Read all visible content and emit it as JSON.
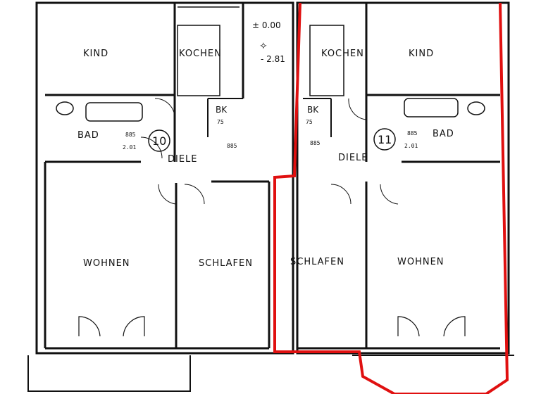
{
  "levels": {
    "top": "± 0.00",
    "bottom": "- 2.81"
  },
  "rooms": {
    "kind_left": "KIND",
    "kochen_left": "KOCHEN",
    "bad_left": "BAD",
    "bk_left": "BK",
    "diele_left": "DIELE",
    "wohnen_left": "WOHNEN",
    "schlafen_left": "SCHLAFEN",
    "kochen_right": "KOCHEN",
    "kind_right": "KIND",
    "bk_right": "BK",
    "bad_right": "BAD",
    "diele_right": "DIELE",
    "schlafen_right": "SCHLAFEN",
    "wohnen_right": "WOHNEN"
  },
  "units": {
    "left": "10",
    "right": "11"
  },
  "door_dims": {
    "w885": "885",
    "w75": "75",
    "h201": "2.01"
  },
  "colors": {
    "wall": "#111111",
    "highlight": "#e01010"
  }
}
